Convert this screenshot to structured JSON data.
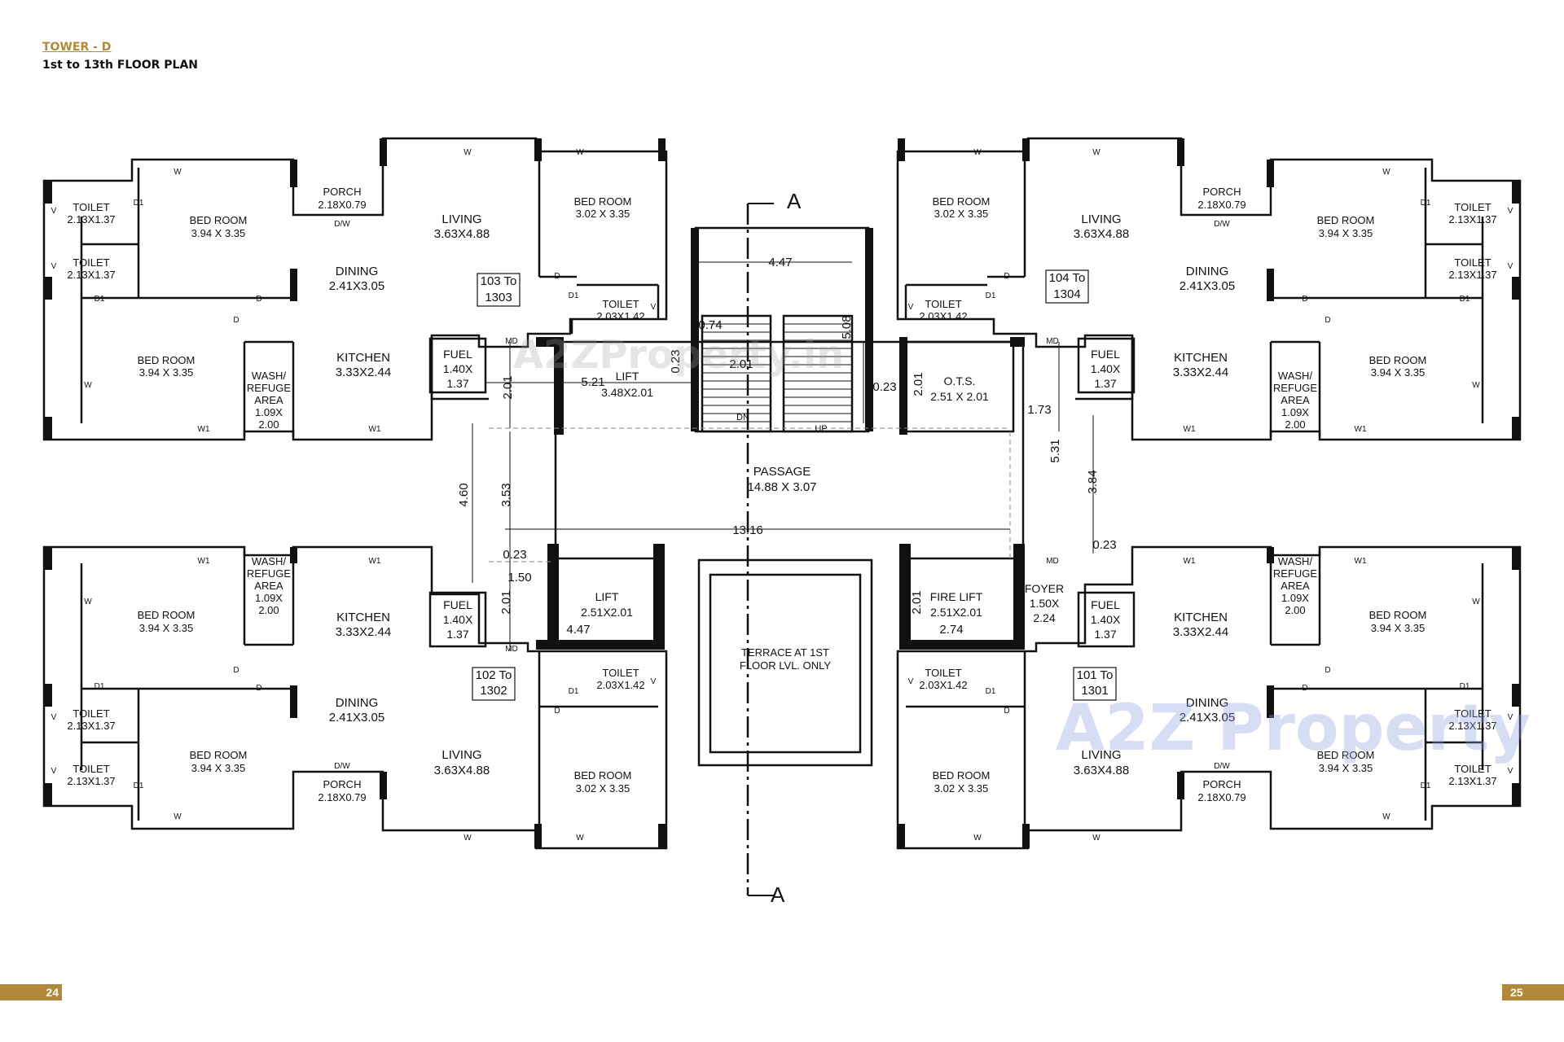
{
  "header": {
    "tower": "TOWER - D",
    "plan_title": "1st to 13th FLOOR PLAN"
  },
  "pages": {
    "left": "24",
    "right": "25"
  },
  "section_mark": "A",
  "watermarks": {
    "center": "A2ZProperty.in",
    "corner": "A2Z Property"
  },
  "labels": {
    "toilet": "TOILET",
    "bed": "BED ROOM",
    "porch": "PORCH",
    "living": "LIVING",
    "dining": "DINING",
    "kitchen": "KITCHEN",
    "fuel": "FUEL",
    "wash": "WASH/",
    "refuge": "REFUGE",
    "area": "AREA",
    "lift": "LIFT",
    "fire_lift": "FIRE LIFT",
    "ots": "O.T.S.",
    "passage": "PASSAGE",
    "foyer": "FOYER",
    "terrace1": "TERRACE AT 1ST",
    "terrace2": "FLOOR LVL. ONLY",
    "dn": "DN",
    "up": "UP",
    "w": "W",
    "w1": "W1",
    "d": "D",
    "d1": "D1",
    "dw": "D/W",
    "v": "V",
    "md": "MD"
  },
  "dims": {
    "toilet": "2.13X1.37",
    "toilet_small": "2.13X1.37",
    "toilet_c": "2.03X1.42",
    "bed_a": "3.94 X 3.35",
    "bed_b": "3.02 X 3.35",
    "porch": "2.18X0.79",
    "living": "3.63X4.88",
    "dining": "2.41X3.05",
    "kitchen": "3.33X2.44",
    "fuel1": "1.40X",
    "fuel2": "1.37",
    "wash1": "1.09X",
    "wash2": "2.00",
    "lift_main": "3.48X2.01",
    "lift_small": "2.51X2.01",
    "fire_lift": "2.51X2.01",
    "ots": "2.51 X 2.01",
    "passage": "14.88 X 3.07",
    "foyer1": "1.50X",
    "foyer2": "2.24"
  },
  "units": {
    "tl1": "103 To",
    "tl2": "1303",
    "tr1": "104 To",
    "tr2": "1304",
    "bl1": "102 To",
    "bl2": "1302",
    "br1": "101 To",
    "br2": "1301"
  },
  "dimensions": {
    "d447": "4.47",
    "d074": "0.74",
    "d508": "5.08",
    "d201": "2.01",
    "d521": "5.21",
    "d023": "0.23",
    "d173": "1.73",
    "d531": "5.31",
    "d384": "3.84",
    "d460": "4.60",
    "d353": "3.53",
    "d1316": "13.16",
    "d150": "1.50",
    "d274": "2.74"
  }
}
